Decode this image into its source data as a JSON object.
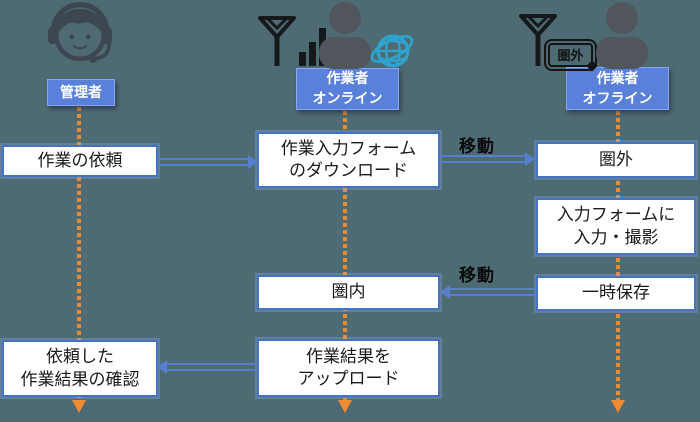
{
  "diagram": {
    "actors": [
      {
        "id": "manager",
        "label": "管理者"
      },
      {
        "id": "worker-online",
        "label": "作業者\nオンライン"
      },
      {
        "id": "worker-offline",
        "label": "作業者\nオフライン",
        "no_signal_badge": "圏外"
      }
    ],
    "steps": {
      "request": "作業の依頼",
      "download": "作業入力フォーム\nのダウンロード",
      "out_of_range": "圏外",
      "fill_form": "入力フォームに\n入力・撮影",
      "in_range": "圏内",
      "temp_save": "一時保存",
      "confirm": "依頼した\n作業結果の確認",
      "upload": "作業結果を\nアップロード"
    },
    "arrows": [
      {
        "from": "request",
        "to": "download",
        "label": ""
      },
      {
        "from": "download",
        "to": "out_of_range",
        "label": "移動"
      },
      {
        "from": "temp_save",
        "to": "in_range",
        "label": "移動"
      },
      {
        "from": "upload",
        "to": "confirm",
        "label": ""
      }
    ],
    "colors": {
      "background": "#4e6a72",
      "box_border": "#4472c4",
      "box_fill": "#ffffff",
      "actor_label_fill": "#5a81da",
      "connector_blue": "#567fce",
      "lifeline_orange": "#ed8b33",
      "icon_black": "#16191c",
      "person_gray": "#51555c",
      "headset_gray": "#3d4751",
      "globe_teal": "#2fa3cd"
    }
  }
}
